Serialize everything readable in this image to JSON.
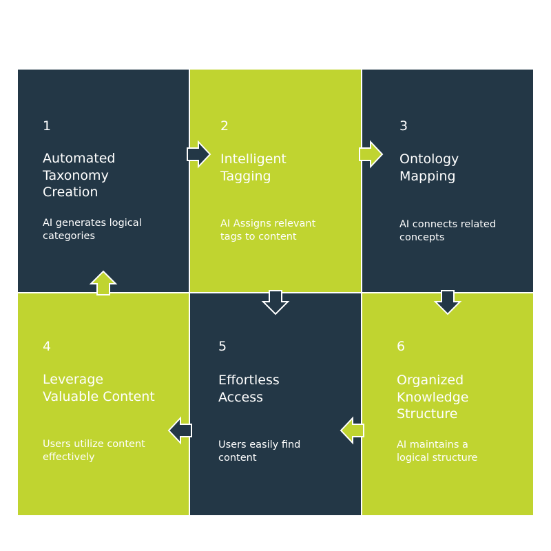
{
  "colors": {
    "dark": "#233746",
    "lime": "#c0d430",
    "text": "#ffffff",
    "separator": "#ffffff"
  },
  "steps": [
    {
      "number": "1",
      "title_lines": [
        "Automated",
        "Taxonomy",
        "Creation"
      ],
      "desc_lines": [
        "AI generates logical",
        "categories"
      ]
    },
    {
      "number": "2",
      "title_lines": [
        "Intelligent",
        "Tagging"
      ],
      "desc_lines": [
        "AI Assigns relevant",
        "tags to content"
      ]
    },
    {
      "number": "3",
      "title_lines": [
        "Ontology",
        "Mapping"
      ],
      "desc_lines": [
        "AI connects related",
        "concepts"
      ]
    },
    {
      "number": "4",
      "title_lines": [
        "Leverage",
        "Valuable Content"
      ],
      "desc_lines": [
        "Users utilize content",
        "effectively"
      ]
    },
    {
      "number": "5",
      "title_lines": [
        "Effortless",
        "Access"
      ],
      "desc_lines": [
        "Users easily find",
        "content"
      ]
    },
    {
      "number": "6",
      "title_lines": [
        "Organized",
        "Knowledge",
        "Structure"
      ],
      "desc_lines": [
        "AI maintains a",
        "logical structure"
      ]
    }
  ],
  "flow_arrows": [
    {
      "from": "1",
      "to": "2",
      "direction": "right"
    },
    {
      "from": "2",
      "to": "3",
      "direction": "right"
    },
    {
      "from": "3",
      "to": "6",
      "direction": "down"
    },
    {
      "from": "6",
      "to": "5",
      "direction": "left"
    },
    {
      "from": "5",
      "to": "4",
      "direction": "left"
    },
    {
      "from": "4",
      "to": "1",
      "direction": "up"
    },
    {
      "from": "2",
      "to": "5",
      "direction": "down"
    }
  ]
}
